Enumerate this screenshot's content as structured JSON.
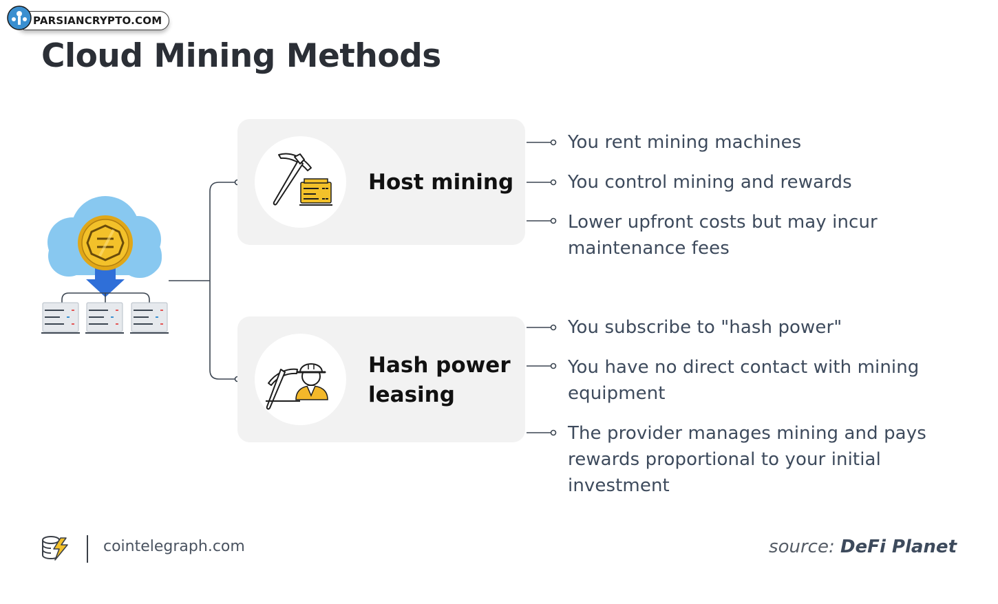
{
  "watermark": {
    "text": "PARSIANCRYPTO.COM"
  },
  "title": "Cloud Mining Methods",
  "methods": [
    {
      "title": "Host mining",
      "points": [
        "You rent mining machines",
        "You control mining and rewards",
        "Lower upfront costs but may incur maintenance fees"
      ]
    },
    {
      "title": "Hash power leasing",
      "points": [
        "You subscribe to \"hash power\"",
        "You have no direct contact with mining equipment",
        "The provider manages mining and pays rewards proportional to your initial investment"
      ]
    }
  ],
  "footer": {
    "site": "cointelegraph.com",
    "source_label": "source:",
    "source_name": "DeFi Planet"
  },
  "colors": {
    "card_bg": "#f2f2f2",
    "connector": "#3a4450",
    "cloud": "#88c8f0",
    "coin": "#f3c12a",
    "arrow": "#2f6fd8",
    "worker": "#f3b82a"
  },
  "icons": {
    "cloud": "cloud-coin-icon",
    "host": "pickaxe-server-icon",
    "hash": "miner-worker-icon",
    "brand": "cointelegraph-logo-icon"
  }
}
